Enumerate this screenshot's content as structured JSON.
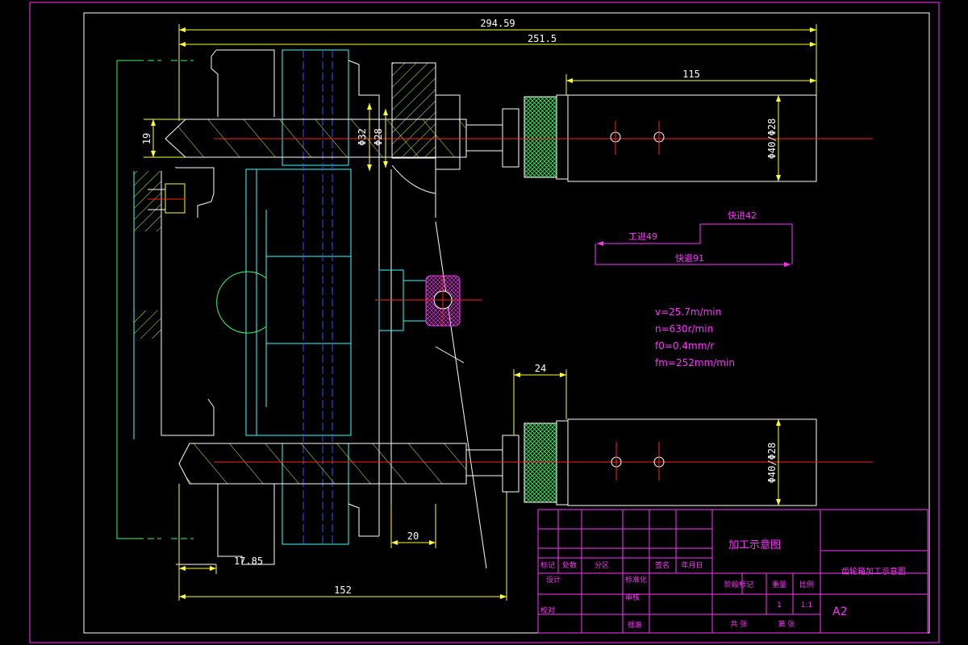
{
  "dimensions": {
    "overall_top": "294.59",
    "overall_second": "251.5",
    "cylinder_length": "115",
    "shaft_height": "19",
    "bore_outer": "Φ32",
    "bore_inner": "Φ28",
    "cylinder_top_dia": "Φ40/Φ28",
    "cylinder_bottom_dia": "Φ40/Φ28",
    "mid_gap": "24",
    "bottom_gap": "20",
    "bottom_small": "17.85",
    "bottom_base": "152"
  },
  "feed_diagram": {
    "fast_forward": "快进42",
    "work_feed": "工进49",
    "fast_return": "快退91"
  },
  "parameters": [
    "v=25.7m/min",
    "n=630r/min",
    "f0=0.4mm/r",
    "fm=252mm/min"
  ],
  "title_block": {
    "drawing_name": "加工示意图",
    "part_name": "齿轮箱加工示意图",
    "sheet_size": "A2",
    "header_labels": [
      "标记",
      "处数",
      "分区",
      "签名",
      "年月日"
    ],
    "row_labels": [
      "设计",
      "标准化",
      "审核",
      "校对",
      "批准"
    ],
    "stage_label": "阶段标记",
    "weight_label": "重量",
    "scale_label": "比例",
    "quantity": "1",
    "scale": "1:1",
    "sheets_total": "共 张",
    "sheet_no": "第 张"
  },
  "colors": {
    "border": "#ff33ff",
    "outline": "#ffffff",
    "dimension_line": "#ffff33",
    "hatch": "#ccff33",
    "part_edge": "#33ffff",
    "centerline": "#ff2222",
    "hidden_line": "#3355ff",
    "green": "#33ff66"
  }
}
